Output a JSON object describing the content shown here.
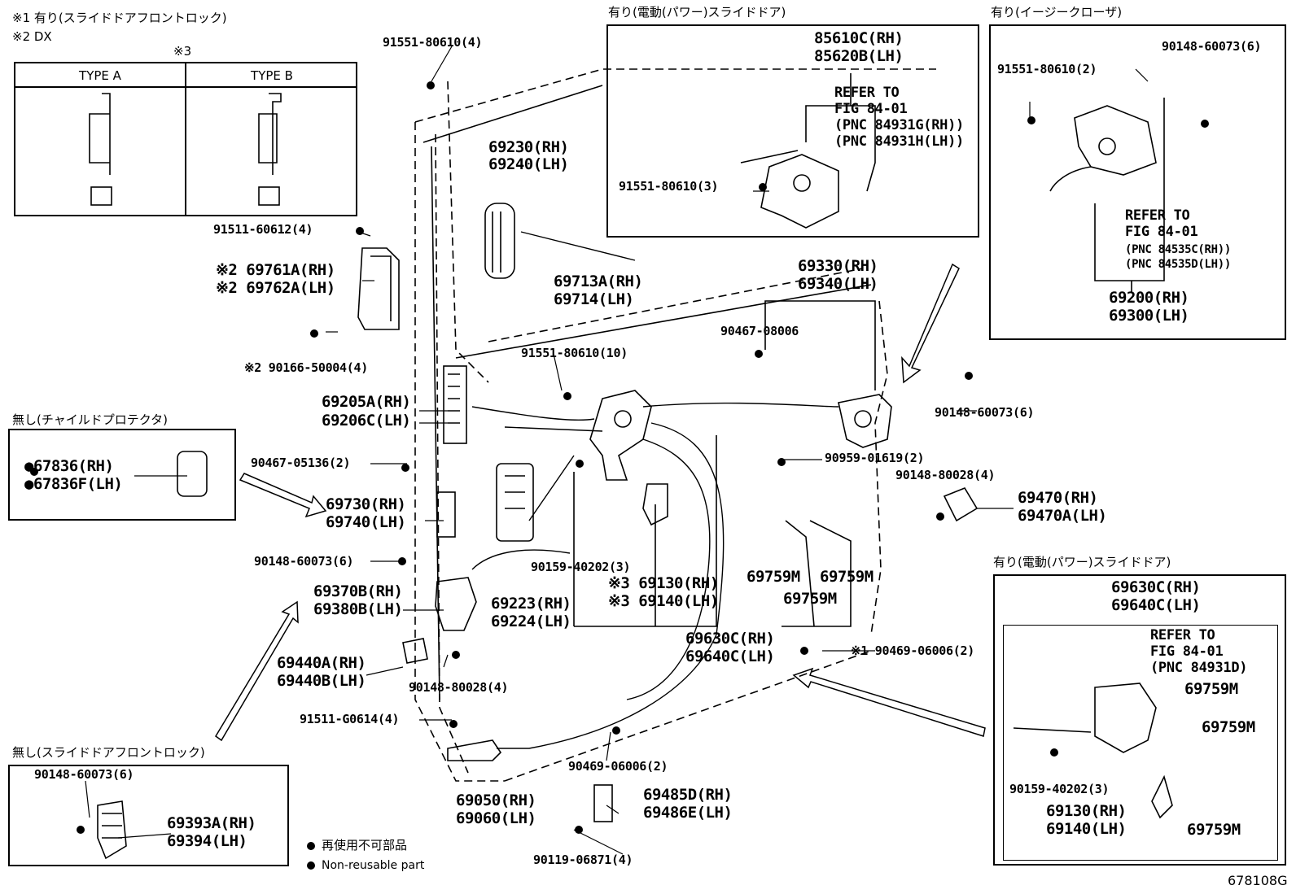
{
  "notes": {
    "note1": "※1 有り(スライドドアフロントロック)",
    "note2": "※2 DX",
    "note3": "※3",
    "type_a": "TYPE A",
    "type_b": "TYPE B"
  },
  "boxes": {
    "power_top": "有り(電動(パワー)スライドドア)",
    "easy_closer": "有り(イージークローザ)",
    "child_protector": "無し(チャイルドプロテクタ)",
    "power_bottom": "有り(電動(パワー)スライドドア)",
    "no_front_lock": "無し(スライドドアフロントロック)"
  },
  "refs": {
    "top_refer": "REFER TO",
    "top_fig": "FIG 84-01",
    "top_pnc1": "(PNC 84931G(RH))",
    "top_pnc2": "(PNC 84931H(LH))",
    "ec_refer": "REFER TO",
    "ec_fig": "FIG 84-01",
    "ec_pnc1": "(PNC 84535C(RH))",
    "ec_pnc2": "(PNC 84535D(LH))",
    "bot_refer": "REFER TO",
    "bot_fig": "FIG 84-01",
    "bot_pnc": "(PNC 84931D)"
  },
  "parts": {
    "p91551_top": "91551-80610(4)",
    "p69230": "69230(RH)",
    "p69240": "69240(LH)",
    "p85610": "85610C(RH)",
    "p85620": "85620B(LH)",
    "p91551_3": "91551-80610(3)",
    "p91551_2": "91551-80610(2)",
    "p90148_ec": "90148-60073(6)",
    "p69200": "69200(RH)",
    "p69300": "69300(LH)",
    "p91511_4": "91511-60612(4)",
    "p69761": "※2 69761A(RH)",
    "p69762": "※2 69762A(LH)",
    "p69713": "69713A(RH)",
    "p69714": "69714(LH)",
    "p69330": "69330(RH)",
    "p69340": "69340(LH)",
    "p90467_08006": "90467-08006",
    "p90166": "※2 90166-50004(4)",
    "p91551_10": "91551-80610(10)",
    "p90148_r": "90148-60073(6)",
    "p69205": "69205A(RH)",
    "p69206": "69206C(LH)",
    "p67836": "●67836(RH)",
    "p67836f": "●67836F(LH)",
    "p90467_05136": "90467-05136(2)",
    "p90959": "90959-01619(2)",
    "p90148_80028_r": "90148-80028(4)",
    "p69730": "69730(RH)",
    "p69740": "69740(LH)",
    "p69470": "69470(RH)",
    "p69470a": "69470A(LH)",
    "p90148_l": "90148-60073(6)",
    "p90159": "90159-40202(3)",
    "p69759m_a": "69759M",
    "p69759m_b": "69759M",
    "p69759m_c": "69759M",
    "p69370": "69370B(RH)",
    "p69380": "69380B(LH)",
    "p69223": "69223(RH)",
    "p69224": "69224(LH)",
    "p69130": "※3 69130(RH)",
    "p69140": "※3 69140(LH)",
    "p69630": "69630C(RH)",
    "p69640": "69640C(LH)",
    "p69440a": "69440A(RH)",
    "p69440b": "69440B(LH)",
    "p90148_80028_b": "90148-80028(4)",
    "p90469_r": "※1 90469-06006(2)",
    "p91511_g": "91511-G0614(4)",
    "p90469_b": "90469-06006(2)",
    "p90148_box": "90148-60073(6)",
    "p69393": "69393A(RH)",
    "p69394": "69394(LH)",
    "p69050": "69050(RH)",
    "p69060": "69060(LH)",
    "p69485": "69485D(RH)",
    "p69486": "69486E(LH)",
    "p90119": "90119-06871(4)",
    "pb69630": "69630C(RH)",
    "pb69640": "69640C(LH)",
    "pb69759m_1": "69759M",
    "pb69759m_2": "69759M",
    "pb69759m_3": "69759M",
    "pb90159": "90159-40202(3)",
    "pb69130": "69130(RH)",
    "pb69140": "69140(LH)"
  },
  "legend": {
    "jp": "再使用不可部品",
    "en": "Non-reusable part"
  },
  "figure_id": "678108G"
}
